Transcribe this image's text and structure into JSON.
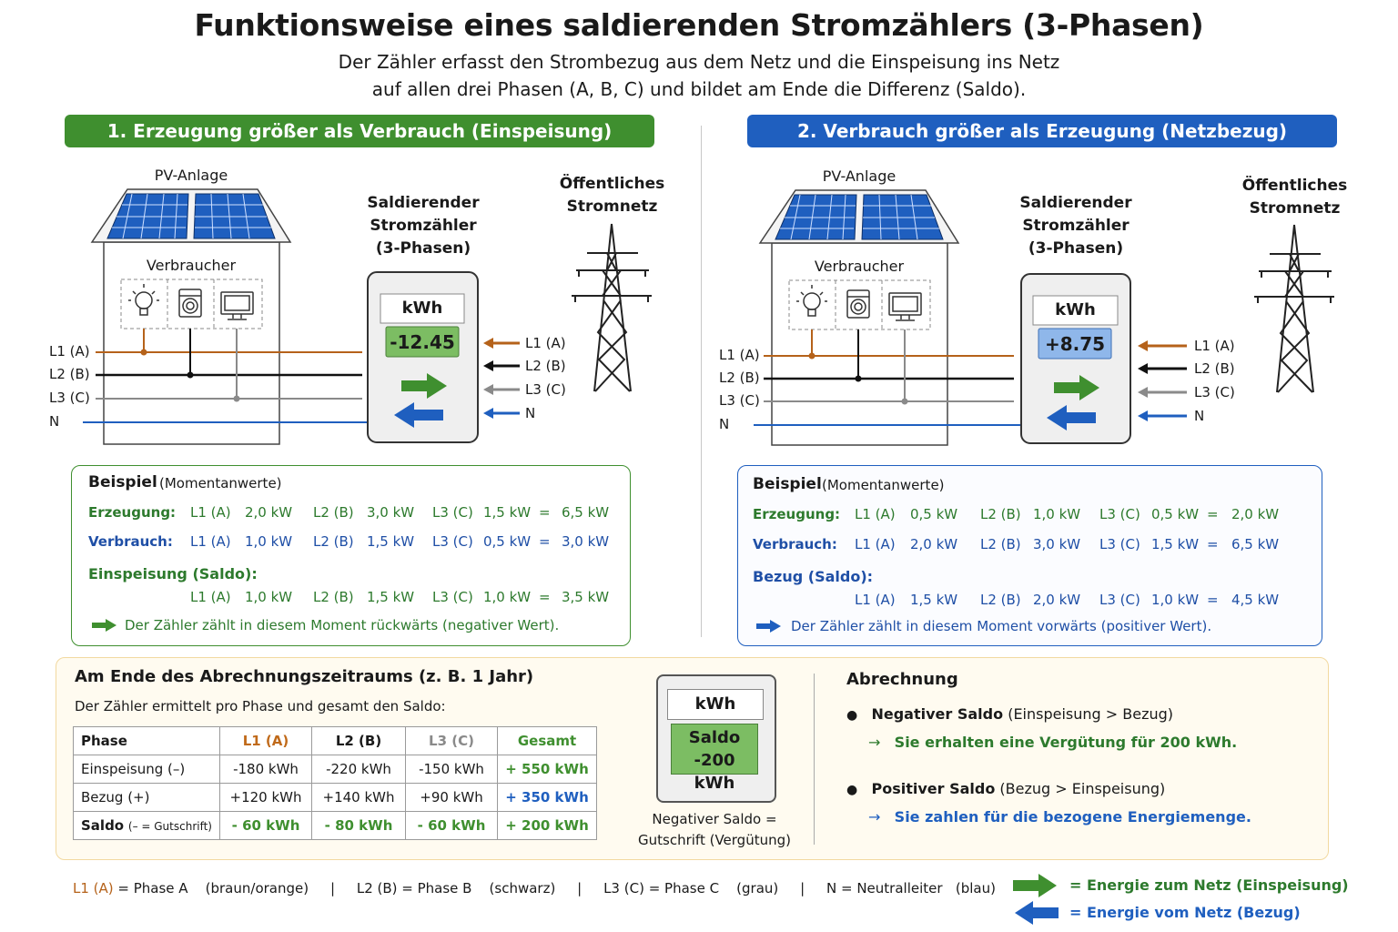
{
  "title": "Funktionsweise eines saldierenden Stromzählers (3-Phasen)",
  "subtitle_line1": "Der Zähler erfasst den Strombezug aus dem Netz und die Einspeisung ins Netz",
  "subtitle_line2": "auf allen drei Phasen (A, B, C) und bildet am Ende die Differenz (Saldo).",
  "colors": {
    "phase_a": "#b5621a",
    "phase_b": "#111111",
    "phase_c": "#8a8a8a",
    "neutral": "#1f5fbf",
    "green": "#3f8f2f",
    "blue": "#1f5fbf"
  },
  "icons": [
    "bulb-icon",
    "washing-machine-icon",
    "monitor-icon",
    "solar-panel-icon",
    "pylon-icon",
    "arrow-right-icon",
    "arrow-left-icon"
  ],
  "scenario1": {
    "banner": "1. Erzeugung größer als Verbrauch (Einspeisung)",
    "pv_label": "PV-Anlage",
    "consumer_label": "Verbraucher",
    "meter_title": [
      "Saldierender",
      "Stromzähler",
      "(3-Phasen)"
    ],
    "meter_unit": "kWh",
    "meter_value": "-12.45",
    "grid_title": [
      "Öffentliches",
      "Stromnetz"
    ],
    "wires": [
      "L1 (A)",
      "L2 (B)",
      "L3 (C)",
      "N"
    ],
    "example": {
      "title": "Beispiel",
      "title_note": "(Momentanwerte)",
      "rows": [
        {
          "label": "Erzeugung:",
          "l1": "L1 (A)",
          "v1": "2,0 kW",
          "l2": "L2 (B)",
          "v2": "3,0 kW",
          "l3": "L3 (C)",
          "v3": "1,5 kW",
          "eq": "=",
          "total": "6,5 kW"
        },
        {
          "label": "Verbrauch:",
          "l1": "L1 (A)",
          "v1": "1,0 kW",
          "l2": "L2 (B)",
          "v2": "1,5 kW",
          "l3": "L3 (C)",
          "v3": "0,5 kW",
          "eq": "=",
          "total": "3,0 kW"
        }
      ],
      "saldo_label": "Einspeisung (Saldo):",
      "saldo": {
        "l1": "L1 (A)",
        "v1": "1,0 kW",
        "l2": "L2 (B)",
        "v2": "1,5 kW",
        "l3": "L3 (C)",
        "v3": "1,0 kW",
        "eq": "=",
        "total": "3,5 kW"
      },
      "note": "Der Zähler zählt in diesem Moment rückwärts (negativer Wert)."
    }
  },
  "scenario2": {
    "banner": "2. Verbrauch größer als Erzeugung (Netzbezug)",
    "pv_label": "PV-Anlage",
    "consumer_label": "Verbraucher",
    "meter_title": [
      "Saldierender",
      "Stromzähler",
      "(3-Phasen)"
    ],
    "meter_unit": "kWh",
    "meter_value": "+8.75",
    "grid_title": [
      "Öffentliches",
      "Stromnetz"
    ],
    "wires": [
      "L1 (A)",
      "L2 (B)",
      "L3 (C)",
      "N"
    ],
    "example": {
      "title": "Beispiel",
      "title_note": "(Momentanwerte)",
      "rows": [
        {
          "label": "Erzeugung:",
          "l1": "L1 (A)",
          "v1": "0,5 kW",
          "l2": "L2 (B)",
          "v2": "1,0 kW",
          "l3": "L3 (C)",
          "v3": "0,5 kW",
          "eq": "=",
          "total": "2,0 kW"
        },
        {
          "label": "Verbrauch:",
          "l1": "L1 (A)",
          "v1": "2,0 kW",
          "l2": "L2 (B)",
          "v2": "3,0 kW",
          "l3": "L3 (C)",
          "v3": "1,5 kW",
          "eq": "=",
          "total": "6,5 kW"
        }
      ],
      "saldo_label": "Bezug (Saldo):",
      "saldo": {
        "l1": "L1 (A)",
        "v1": "1,5 kW",
        "l2": "L2 (B)",
        "v2": "2,0 kW",
        "l3": "L3 (C)",
        "v3": "1,0 kW",
        "eq": "=",
        "total": "4,5 kW"
      },
      "note": "Der Zähler zählt in diesem Moment vorwärts (positiver Wert)."
    }
  },
  "billing": {
    "title": "Am Ende des Abrechnungszeitraums (z. B. 1 Jahr)",
    "intro": "Der Zähler ermittelt pro Phase und gesamt den Saldo:",
    "headers": [
      "Phase",
      "L1 (A)",
      "L2 (B)",
      "L3 (C)",
      "Gesamt"
    ],
    "rows": [
      {
        "label": "Einspeisung (–)",
        "note": "",
        "l1": "-180 kWh",
        "l2": "-220 kWh",
        "l3": "-150 kWh",
        "total": "+ 550 kWh"
      },
      {
        "label": "Bezug (+)",
        "note": "",
        "l1": "+120 kWh",
        "l2": "+140 kWh",
        "l3": "+90 kWh",
        "total": "+ 350 kWh"
      },
      {
        "label": "Saldo",
        "note": "(– = Gutschrift)",
        "l1": "- 60 kWh",
        "l2": "- 80 kWh",
        "l3": "- 60 kWh",
        "total": "+ 200 kWh"
      }
    ],
    "meter_unit": "kWh",
    "meter_line1": "Saldo",
    "meter_line2": "-200 kWh",
    "meter_caption1": "Negativer Saldo =",
    "meter_caption2": "Gutschrift (Vergütung)",
    "settle_title": "Abrechnung",
    "neg_bold": "Negativer Saldo",
    "neg_rest": " (Einspeisung > Bezug)",
    "neg_result": "Sie erhalten eine Vergütung für 200 kWh.",
    "pos_bold": "Positiver Saldo",
    "pos_rest": " (Bezug > Einspeisung)",
    "pos_result": "Sie zahlen für die bezogene Energiemenge."
  },
  "legend": {
    "l1_code": "L1 (A)",
    "l1_text": " = Phase A",
    "l1_color": "(braun/orange)",
    "l2_code": "L2 (B)",
    "l2_text": " = Phase B",
    "l2_color": "(schwarz)",
    "l3_code": "L3 (C)",
    "l3_text": " = Phase C",
    "l3_color": "(grau)",
    "n_code": "N",
    "n_text": " = Neutralleiter",
    "n_color": "(blau)",
    "sep": "|",
    "green_arrow": "= Energie zum Netz (Einspeisung)",
    "blue_arrow": "= Energie vom Netz (Bezug)"
  }
}
